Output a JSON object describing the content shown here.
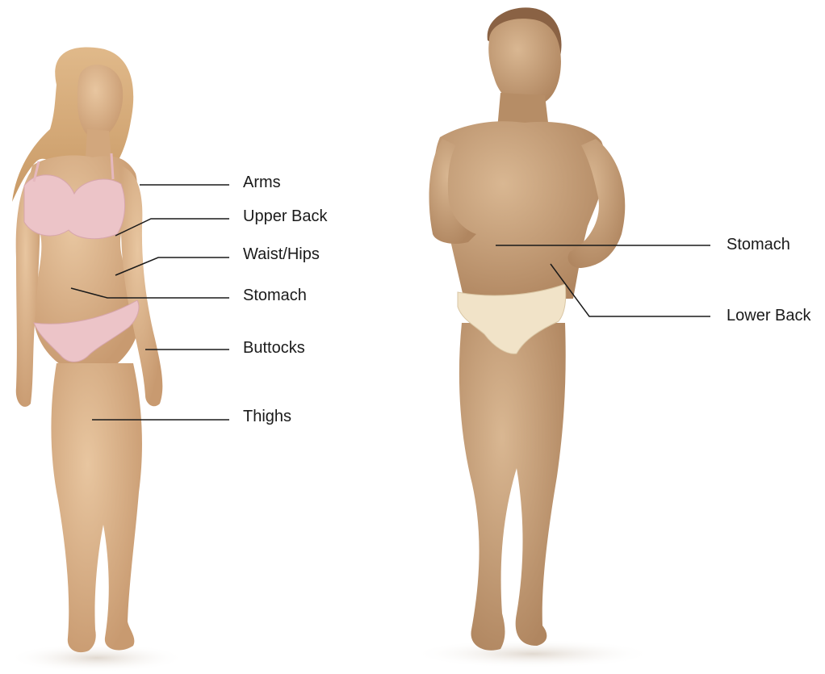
{
  "figures": {
    "female": {
      "name": "female-figure",
      "skin": "#d8b088",
      "garment": "#ecc4c8"
    },
    "male": {
      "name": "male-figure",
      "skin": "#c7a07c",
      "garment": "#f1e3c8"
    }
  },
  "labels": {
    "female": {
      "arms": "Arms",
      "upper_back": "Upper Back",
      "waist_hips": "Waist/Hips",
      "stomach": "Stomach",
      "buttocks": "Buttocks",
      "thighs": "Thighs"
    },
    "male": {
      "stomach": "Stomach",
      "lower_back": "Lower Back"
    }
  },
  "colors": {
    "leader_line": "#1a1a1a",
    "label_text": "#1a1a1a",
    "shadow": "#e6dcd2"
  }
}
